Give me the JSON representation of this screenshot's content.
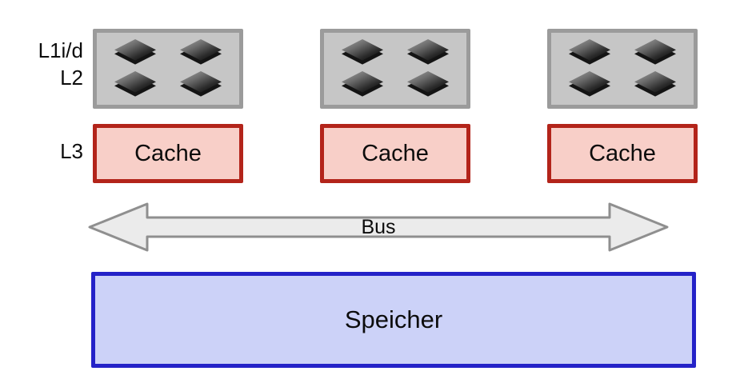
{
  "diagram": {
    "title": "multicore-cache-hierarchy",
    "labels": {
      "l1": "L1i/d",
      "l2": "L2",
      "l3": "L3"
    },
    "caches": [
      {
        "label": "Cache"
      },
      {
        "label": "Cache"
      },
      {
        "label": "Cache"
      }
    ],
    "bus": {
      "label": "Bus"
    },
    "memory": {
      "label": "Speicher"
    },
    "colors": {
      "core_fill": "#c6c6c6",
      "core_border": "#9b9b9b",
      "chip_dark": "#141414",
      "cache_fill": "#f8cfc8",
      "cache_border": "#b3241a",
      "bus_fill": "#ebebeb",
      "bus_stroke": "#8f8f8f",
      "memory_fill": "#ccd2f8",
      "memory_border": "#2422c8"
    }
  }
}
